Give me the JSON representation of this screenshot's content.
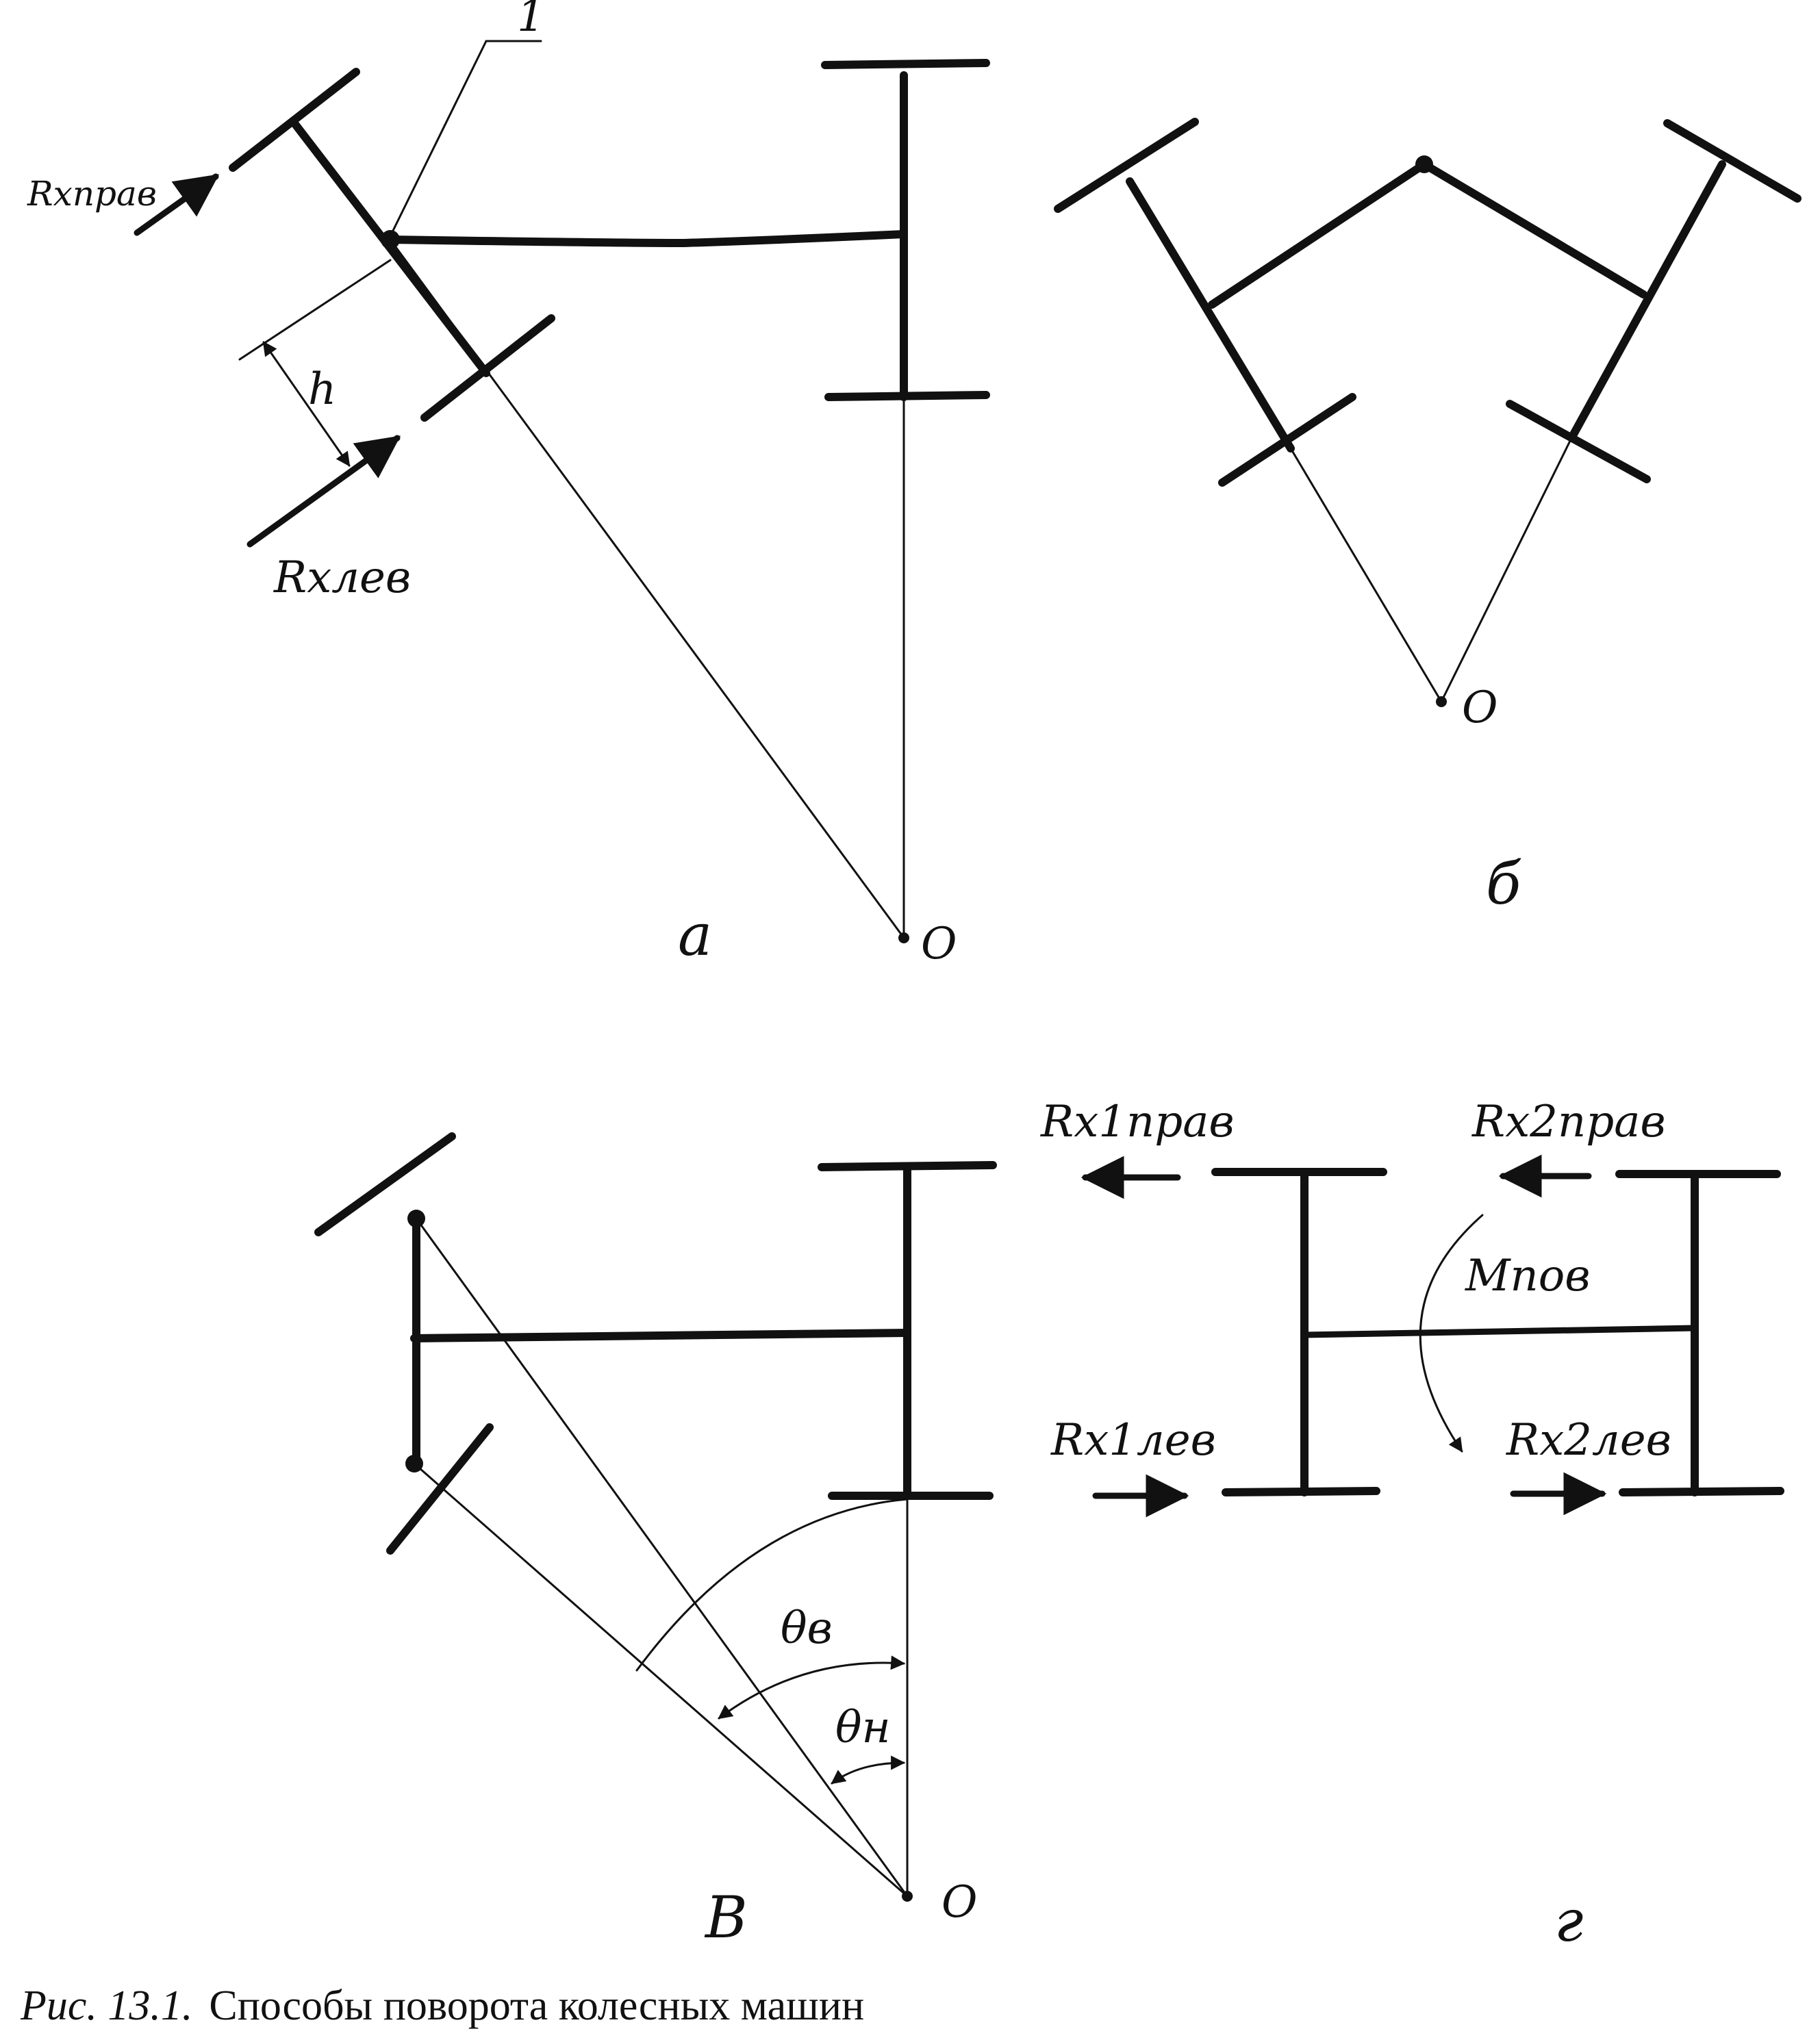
{
  "caption": {
    "prefix": "Рис. 13.1.",
    "text": "Способы поворота колесных машин"
  },
  "panel_a": {
    "letter": "а",
    "center": "О",
    "callout": "1",
    "force_right": "Rxправ",
    "force_left": "Rxлев",
    "dimension": "h"
  },
  "panel_b": {
    "letter": "б",
    "center": "О"
  },
  "panel_v": {
    "letter": "В",
    "center": "О",
    "angle_outer": "θв",
    "angle_inner": "θн"
  },
  "panel_g": {
    "letter": "г",
    "f1_right": "Rx1прав",
    "f2_right": "Rx2прав",
    "f1_left": "Rx1лев",
    "f2_left": "Rx2лев",
    "moment": "Мпов"
  }
}
